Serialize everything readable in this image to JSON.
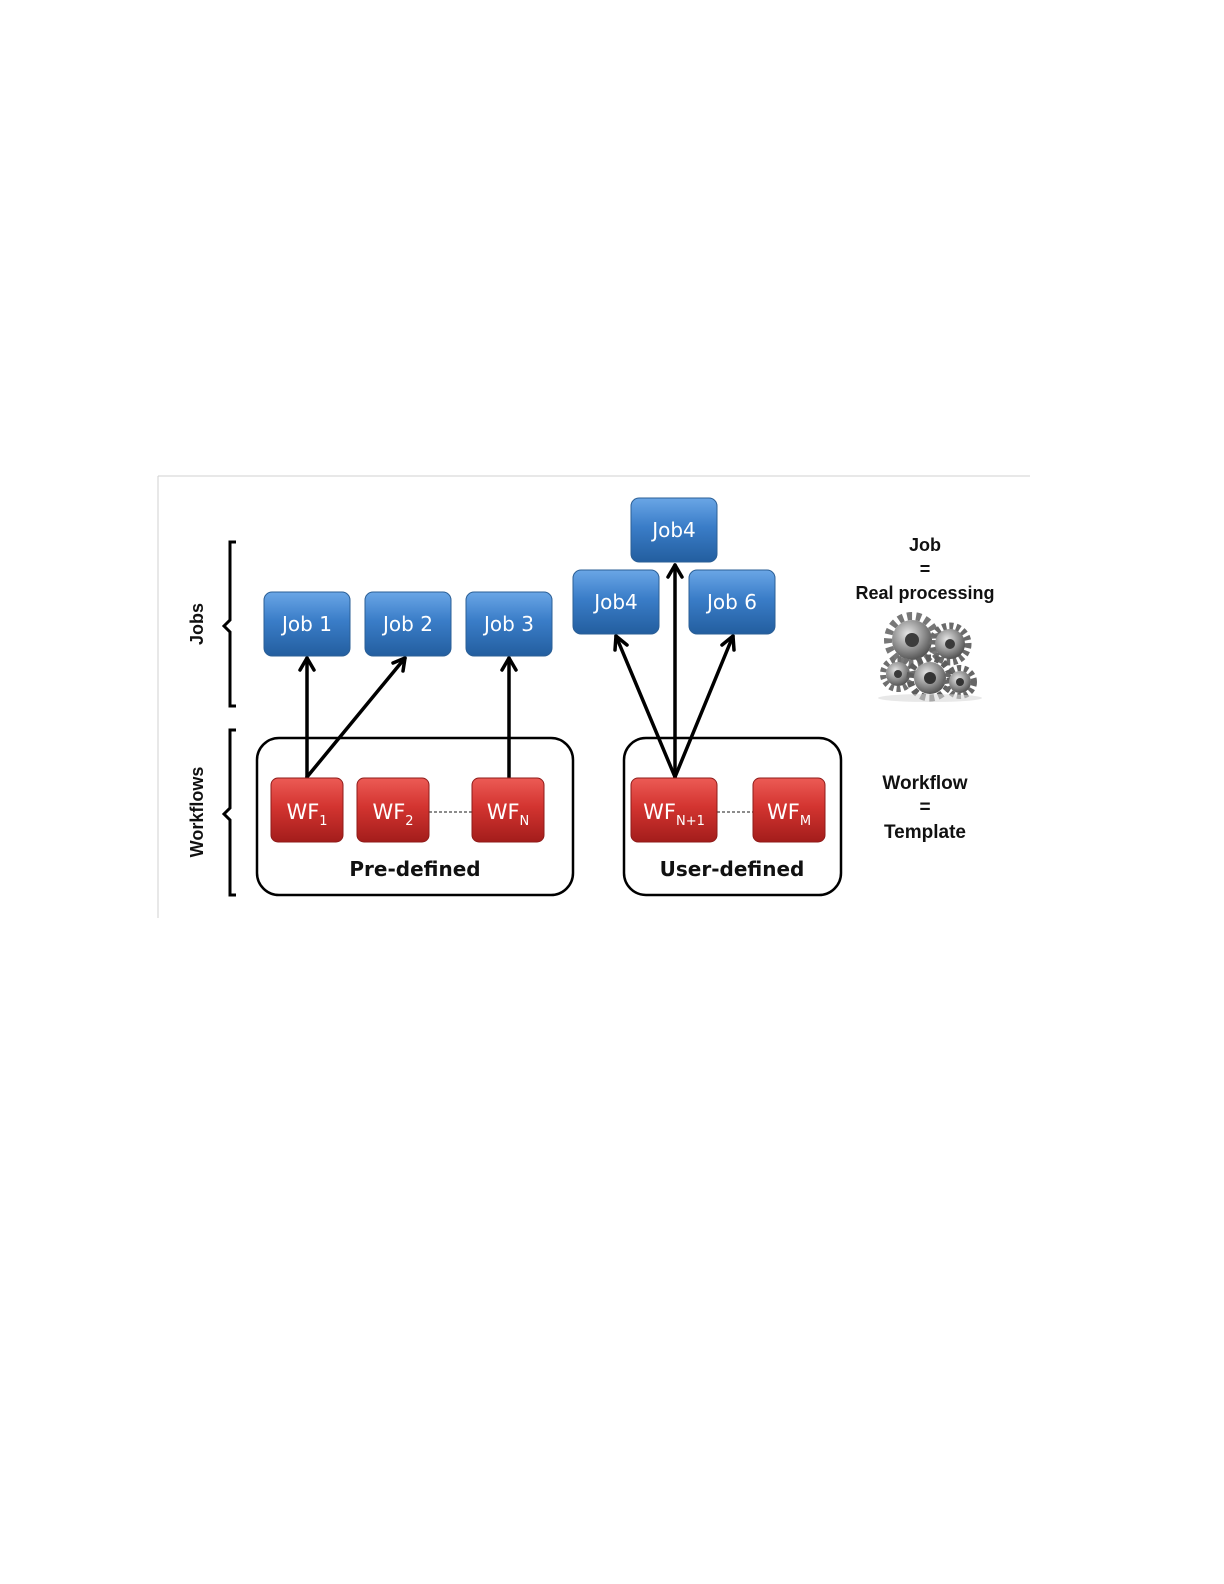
{
  "jobs": [
    {
      "label": "Job 1"
    },
    {
      "label": "Job 2"
    },
    {
      "label": "Job 3"
    },
    {
      "label": "Job4"
    },
    {
      "label": "Job4"
    },
    {
      "label": "Job 6"
    }
  ],
  "workflows": [
    {
      "base": "WF",
      "sub": "1"
    },
    {
      "base": "WF",
      "sub": "2"
    },
    {
      "base": "WF",
      "sub": "N"
    },
    {
      "base": "WF",
      "sub": "N+1"
    },
    {
      "base": "WF",
      "sub": "M"
    }
  ],
  "groups": {
    "predefined": "Pre-defined",
    "userdefined": "User-defined"
  },
  "axis": {
    "jobs": "Jobs",
    "workflows": "Workflows"
  },
  "legend": {
    "job_line1": "Job",
    "job_line2": "=",
    "job_line3": "Real processing",
    "wf_line1": "Workflow",
    "wf_line2": "=",
    "wf_line3": "Template"
  },
  "colors": {
    "job_fill": "#3b7cc4",
    "wf_fill": "#d2312e",
    "arrow": "#000000"
  },
  "icons": [
    "gears-icon"
  ]
}
